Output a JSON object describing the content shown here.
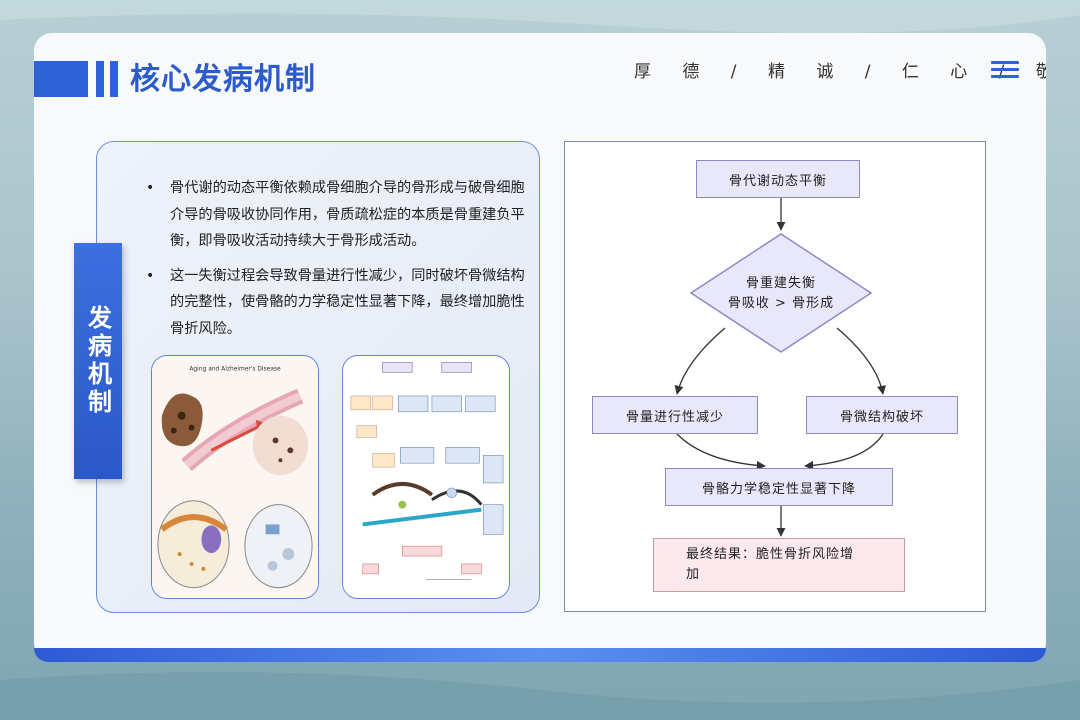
{
  "header": {
    "title": "核心发病机制",
    "motto": "厚 德 / 精 诚 / 仁 心 / 敬 业"
  },
  "side_tag": "发病机制",
  "bullets": [
    "骨代谢的动态平衡依赖成骨细胞介导的骨形成与破骨细胞介导的骨吸收协同作用，骨质疏松症的本质是骨重建负平衡，即骨吸收活动持续大于骨形成活动。",
    "这一失衡过程会导致骨量进行性减少，同时破坏骨微结构的完整性，使骨骼的力学稳定性显著下降，最终增加脆性骨折风险。"
  ],
  "images": {
    "img1_caption": "Aging and Alzheimer's Disease"
  },
  "flowchart": {
    "start": "骨代谢动态平衡",
    "diamond_line1": "骨重建失衡",
    "diamond_line2": "骨吸收 > 骨形成",
    "left_branch": "骨量进行性减少",
    "right_branch": "骨微结构破坏",
    "merge": "骨骼力学稳定性显著下降",
    "final_line1": "最终结果：脆性骨折风险增",
    "final_line2": "加"
  },
  "colors": {
    "accent": "#2d62d8",
    "node_fill": "#e9e8fb",
    "final_fill": "#fbe9ed"
  }
}
